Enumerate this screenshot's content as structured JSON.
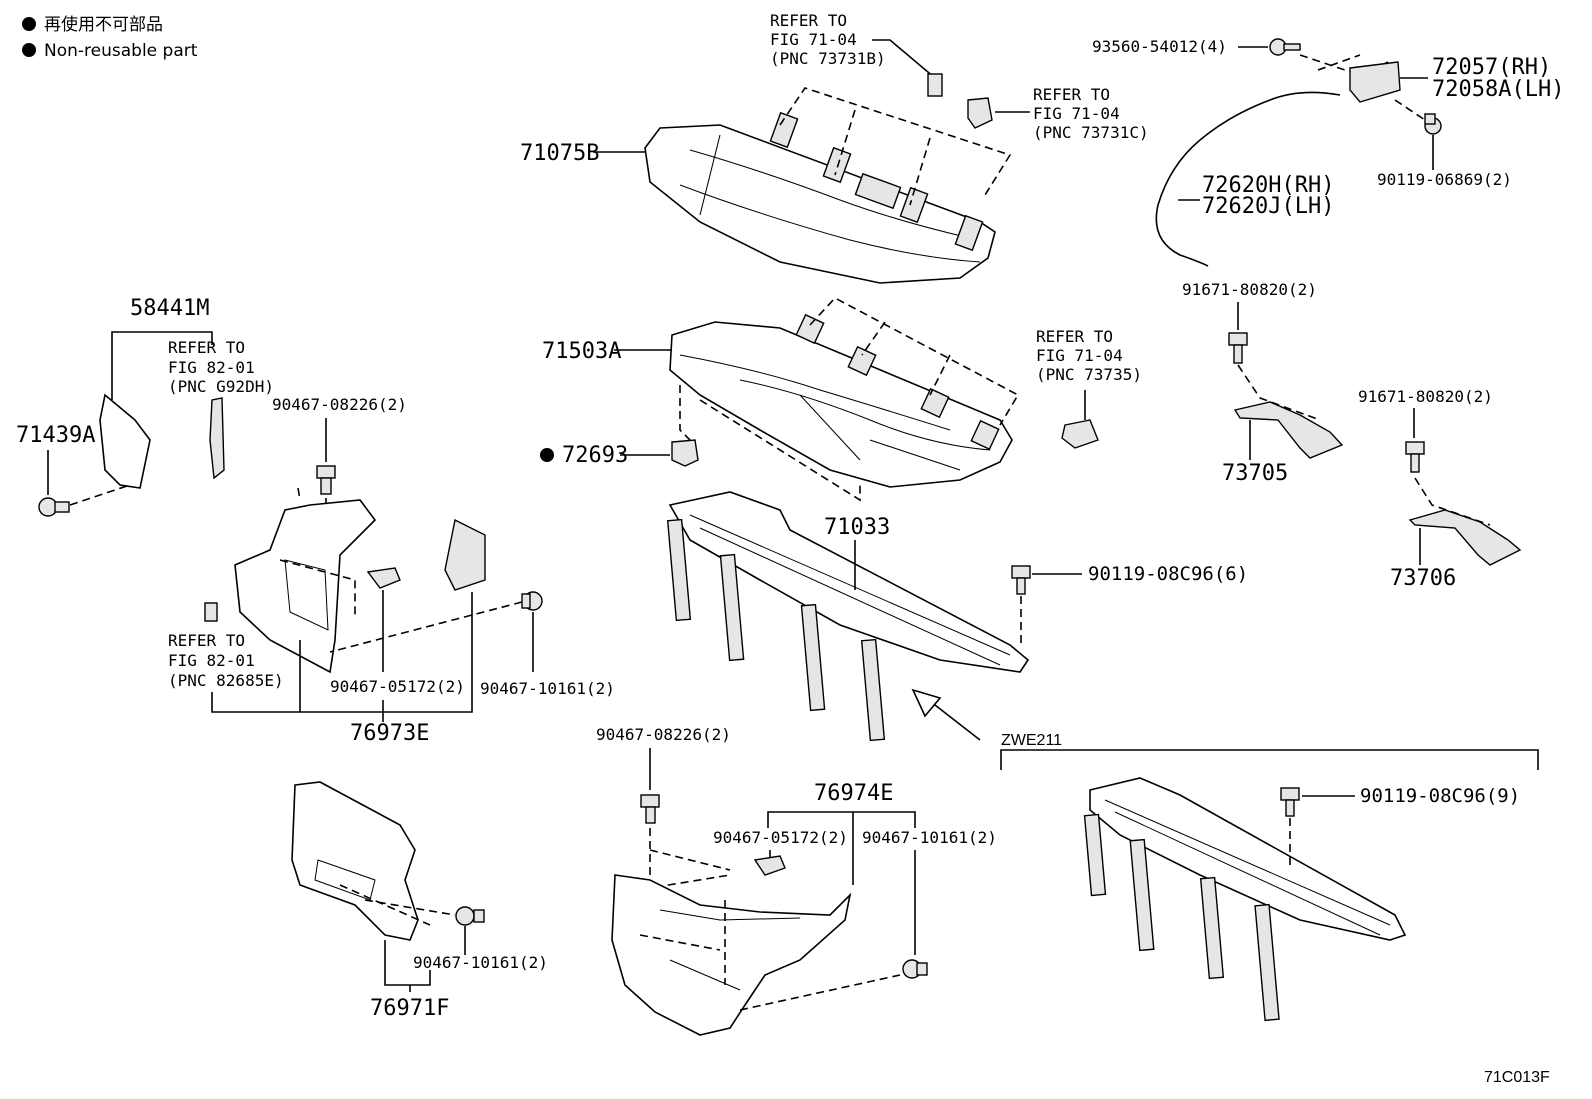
{
  "legend": {
    "marker": "●",
    "items": [
      "再使用不可部品",
      "Non-reusable part"
    ]
  },
  "diagram_code": "71C013F",
  "refs": {
    "fig7104_731b": [
      "REFER TO",
      "FIG 71-04",
      "(PNC 73731B)"
    ],
    "fig7104_731c": [
      "REFER TO",
      "FIG 71-04",
      "(PNC 73731C)"
    ],
    "fig7104_735": [
      "REFER TO",
      "FIG 71-04",
      "(PNC 73735)"
    ],
    "fig8201_g92dh": [
      "REFER TO",
      "FIG 82-01",
      "(PNC G92DH)"
    ],
    "fig8201_82685e": [
      "REFER TO",
      "FIG 82-01",
      "(PNC 82685E)"
    ]
  },
  "parts": {
    "p71075B": "71075B",
    "p71503A": "71503A",
    "p72693": "72693",
    "p71033": "71033",
    "p58441M": "58441M",
    "p71439A": "71439A",
    "p76973E": "76973E",
    "p76974E": "76974E",
    "p76971F": "76971F",
    "p93560": "93560-54012(4)",
    "p72057": "72057(RH)",
    "p72058A": "72058A(LH)",
    "p90119_06869": "90119-06869(2)",
    "p72620H": "72620H(RH)",
    "p72620J": "72620J(LH)",
    "p91671_a": "91671-80820(2)",
    "p73705": "73705",
    "p91671_b": "91671-80820(2)",
    "p73706": "73706",
    "p90119_08c96_6": "90119-08C96(6)",
    "p90119_08c96_9": "90119-08C96(9)",
    "p90467_08226_a": "90467-08226(2)",
    "p90467_05172_a": "90467-05172(2)",
    "p90467_10161_a": "90467-10161(2)",
    "p90467_08226_b": "90467-08226(2)",
    "p90467_05172_b": "90467-05172(2)",
    "p90467_10161_b": "90467-10161(2)",
    "p90467_10161_c": "90467-10161(2)",
    "zwe211": "ZWE211"
  }
}
